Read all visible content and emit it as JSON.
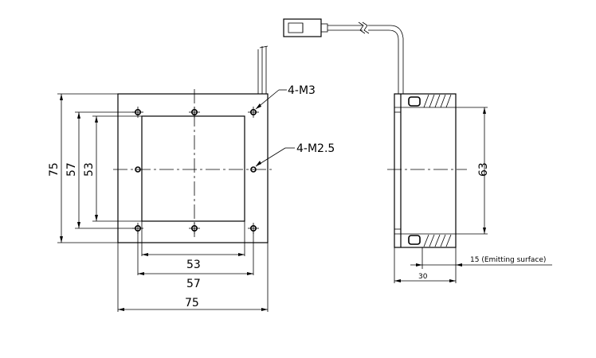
{
  "labels": {
    "hole_m3": "4-M3",
    "hole_m25": "4-M2.5",
    "dim_h53": "53",
    "dim_h57": "57",
    "dim_h75": "75",
    "dim_v75": "75",
    "dim_v57": "57",
    "dim_v53": "53",
    "dim_diameter": "63",
    "dim_emitting": "15 (Emitting surface)",
    "dim_depth": "30"
  }
}
